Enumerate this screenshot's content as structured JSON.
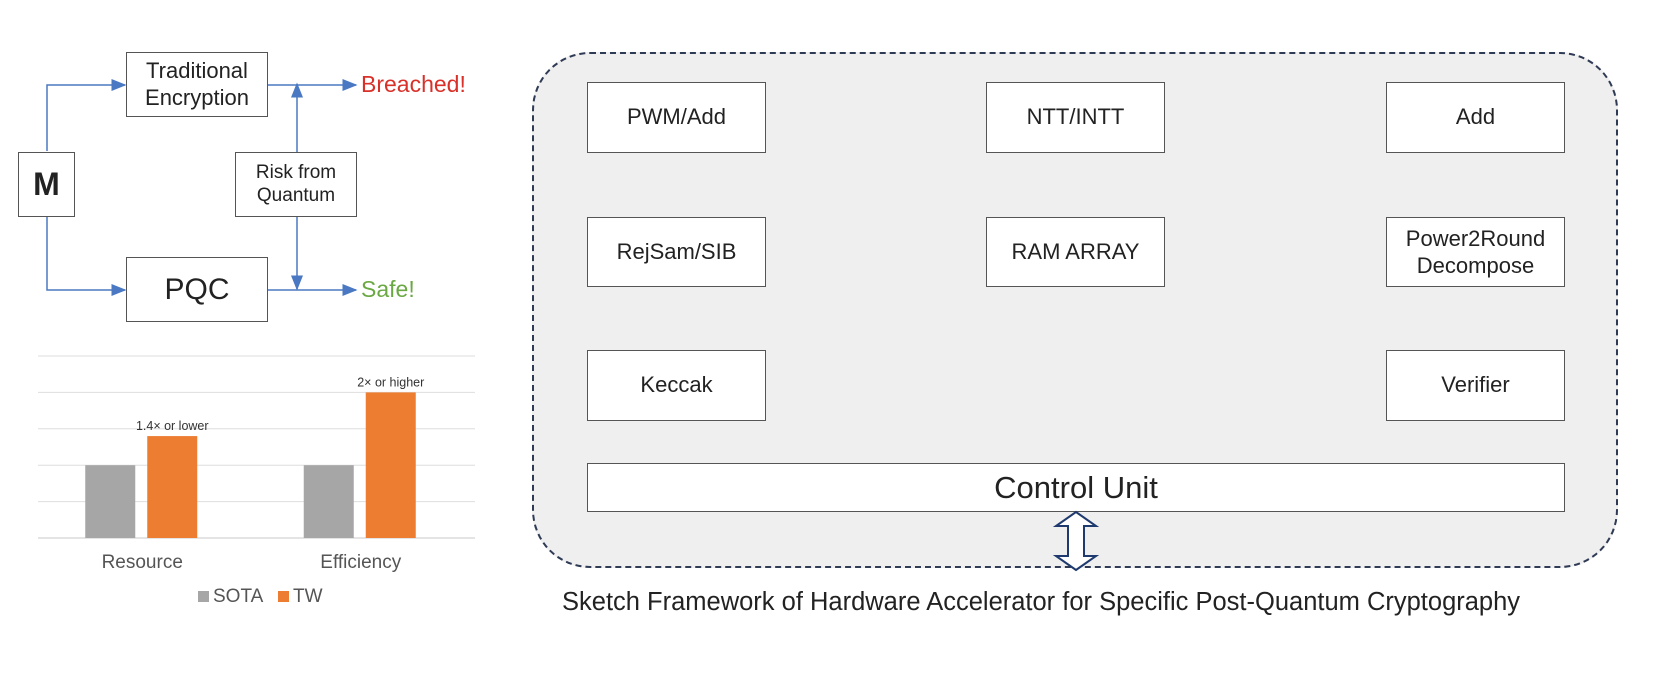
{
  "flow": {
    "m_label": "M",
    "traditional_label": "Traditional\nEncryption",
    "pqc_label": "PQC",
    "risk_label": "Risk from\nQuantum",
    "breached_label": "Breached!",
    "safe_label": "Safe!"
  },
  "colors": {
    "breached": "#d9312a",
    "safe": "#6aa843",
    "arrow": "#4a78c2",
    "sota": "#a6a6a6",
    "tw": "#ed7d31",
    "panel": "#efefef"
  },
  "chart_data": {
    "type": "bar",
    "categories": [
      "Resource",
      "Efficiency"
    ],
    "series": [
      {
        "name": "SOTA",
        "values": [
          1.0,
          1.0
        ]
      },
      {
        "name": "TW",
        "values": [
          1.4,
          2.0
        ]
      }
    ],
    "annotations": [
      "1.4× or lower",
      "2× or higher"
    ],
    "ylim": [
      0,
      2.5
    ],
    "grid": true,
    "legend": "bottom"
  },
  "accelerator": {
    "modules": [
      {
        "id": "pwm-add",
        "label": "PWM/Add"
      },
      {
        "id": "ntt-intt",
        "label": "NTT/INTT"
      },
      {
        "id": "add",
        "label": "Add"
      },
      {
        "id": "rejsam-sib",
        "label": "RejSam/SIB"
      },
      {
        "id": "ram-array",
        "label": "RAM ARRAY"
      },
      {
        "id": "power2round",
        "label": "Power2Round\nDecompose"
      },
      {
        "id": "keccak",
        "label": "Keccak"
      },
      {
        "id": "verifier",
        "label": "Verifier"
      }
    ],
    "control_unit": "Control Unit",
    "caption": "Sketch Framework of Hardware Accelerator for Specific Post-Quantum Cryptography"
  }
}
